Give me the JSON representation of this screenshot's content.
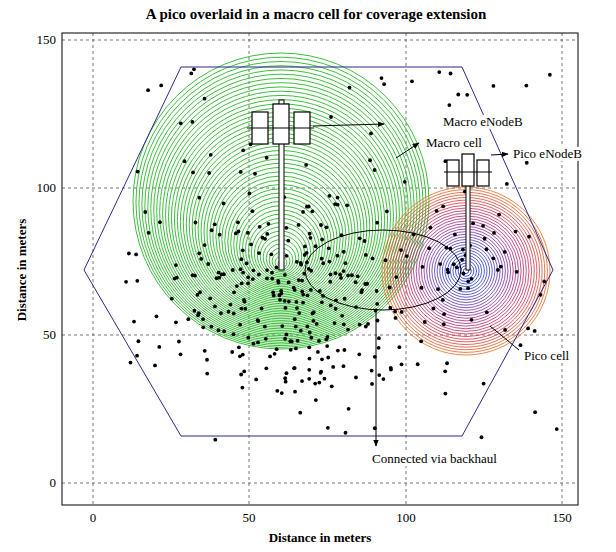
{
  "diagram": {
    "title": "A pico overlaid in a macro cell for coverage extension",
    "labels": [
      "Macro eNodeB",
      "Macro cell",
      "Pico eNodeB",
      "Pico cell",
      "Connected via backhaul",
      "150",
      "100",
      "50",
      "0",
      "0",
      "50",
      "100",
      "150",
      "Distance in meters",
      "Distance in meters"
    ]
  }
}
